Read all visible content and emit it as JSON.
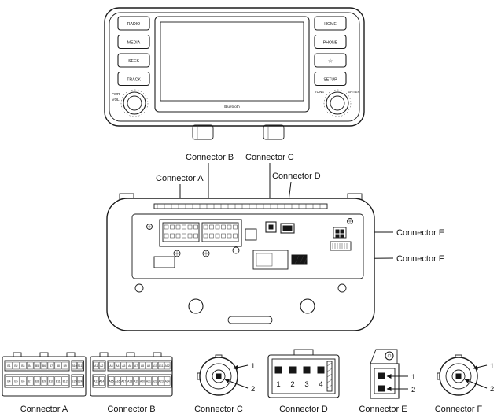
{
  "front_panel": {
    "left_buttons": [
      "RADIO",
      "MEDIA",
      "SEEK",
      "TRACK"
    ],
    "right_buttons": [
      "HOME",
      "PHONE",
      "☆",
      "SETUP"
    ],
    "left_knob": {
      "line1": "PWR",
      "line2": "VOL"
    },
    "right_knob": {
      "line1": "TUNE",
      "line2": "ENTER"
    },
    "screen_logo": "Bluetooth"
  },
  "callouts": {
    "a": "Connector A",
    "b": "Connector B",
    "c": "Connector C",
    "d": "Connector D",
    "e": "Connector E",
    "f": "Connector F"
  },
  "connectors": {
    "a": {
      "label": "Connector A",
      "row1": [
        "B1",
        "B2",
        "B3",
        "B4",
        "B5",
        "B6",
        "B7",
        "B8",
        "B9"
      ],
      "row1_side": [
        "B10",
        "S11"
      ],
      "row2": [
        "E4",
        "E5",
        "E6",
        "E7",
        "E8",
        "E9",
        "E10",
        "E11",
        "E12"
      ],
      "row2_side": [
        "E25",
        "S24"
      ]
    },
    "b": {
      "label": "Connector B",
      "side1": [
        "A1",
        "A2"
      ],
      "row1": [
        "A3",
        "A4",
        "A5",
        "A6",
        "A7",
        "A8",
        "A9",
        "A10",
        "A11",
        "A12"
      ],
      "side2": [
        "A13",
        "A14"
      ],
      "row2": [
        "A15",
        "A16",
        "A17",
        "A18",
        "A19",
        "A20",
        "A21",
        "A22",
        "A23",
        "A24"
      ]
    },
    "c": {
      "label": "Connector C",
      "callout_1": "1",
      "callout_2": "2"
    },
    "d": {
      "label": "Connector D",
      "pins": [
        "1",
        "2",
        "3",
        "4"
      ]
    },
    "e": {
      "label": "Connector E",
      "callout_1": "1",
      "callout_2": "2"
    },
    "f": {
      "label": "Connector F",
      "callout_1": "1",
      "callout_2": "2"
    }
  }
}
